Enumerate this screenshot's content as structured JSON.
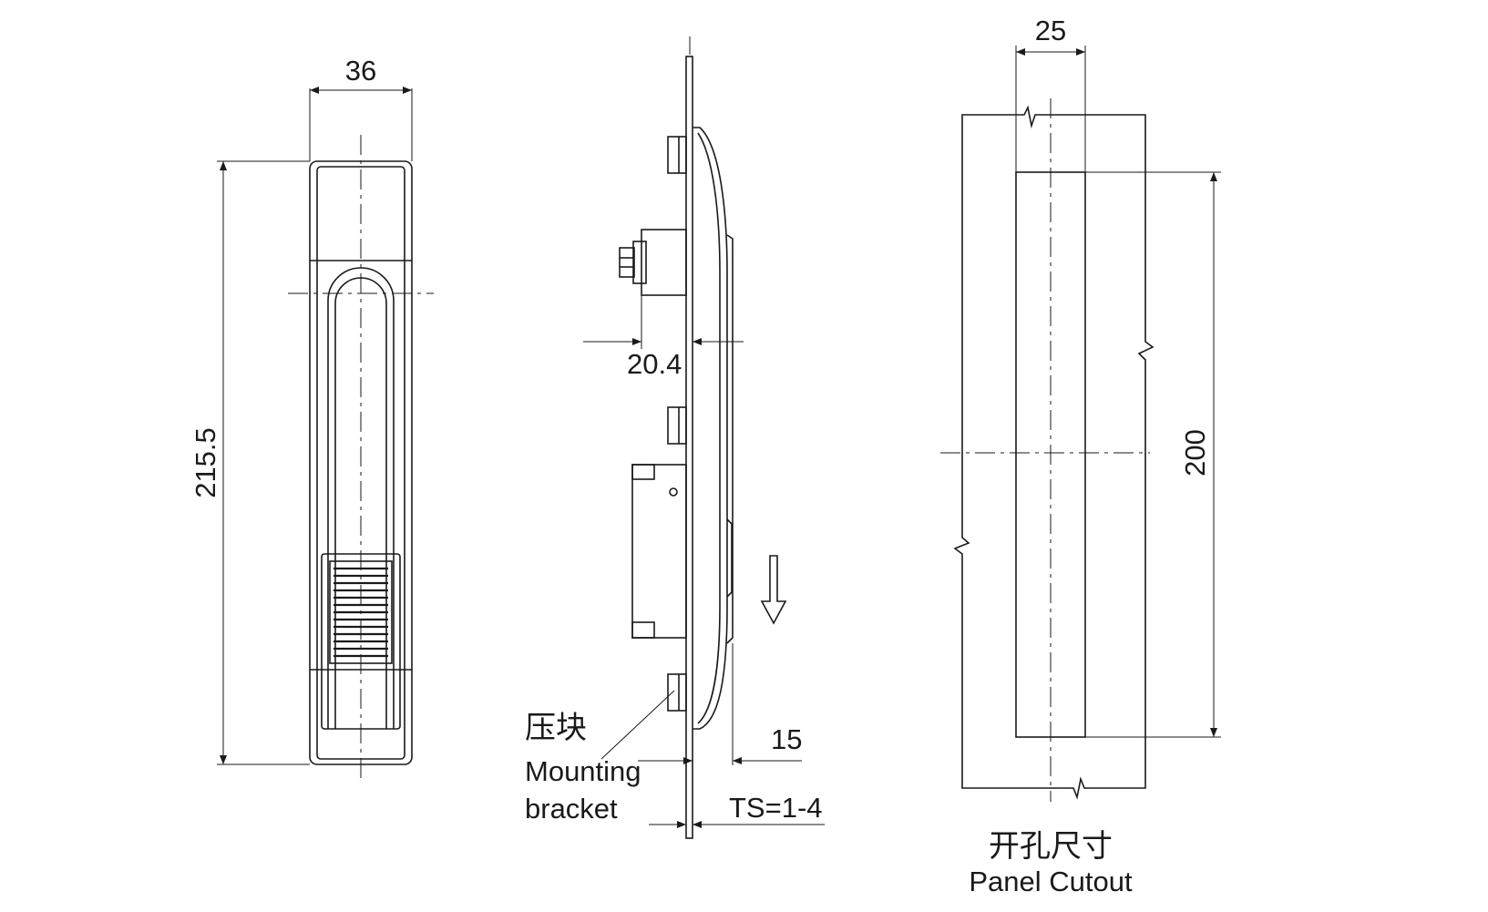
{
  "colors": {
    "line": "#1a1a1a",
    "background": "#ffffff"
  },
  "front_view": {
    "width_dim": "36",
    "height_dim": "215.5"
  },
  "side_view": {
    "depth_dim": "20.4",
    "protrusion_dim": "15",
    "thickness_dim": "TS=1-4",
    "bracket_label_cn": "压块",
    "bracket_label_en_line1": "Mounting",
    "bracket_label_en_line2": "bracket",
    "direction_icon": "down-arrow-icon"
  },
  "cutout_view": {
    "width_dim": "25",
    "height_dim": "200",
    "title_cn": "开孔尺寸",
    "title_en": "Panel Cutout"
  }
}
